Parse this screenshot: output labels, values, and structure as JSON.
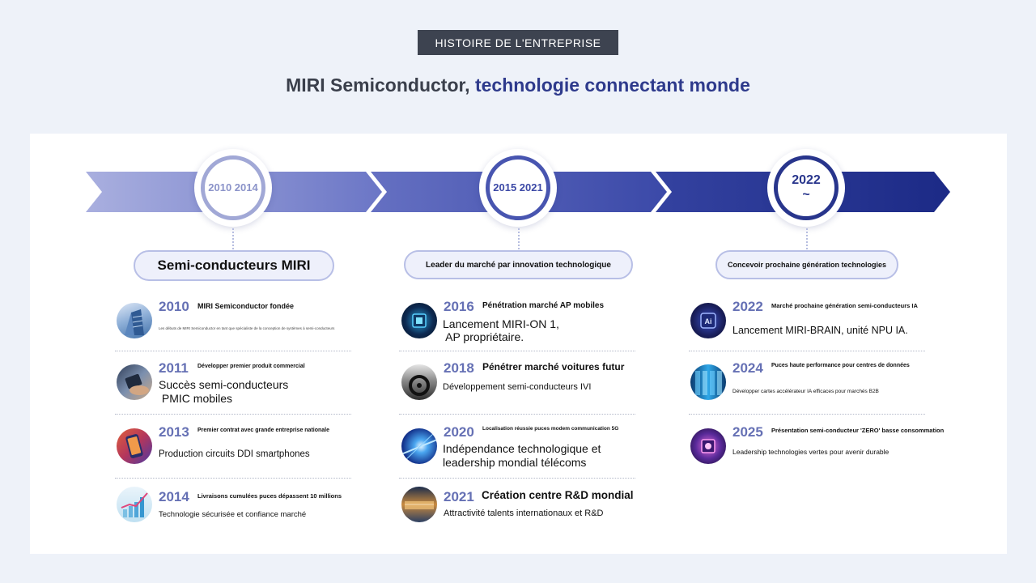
{
  "header": {
    "tag": "HISTOIRE DE L'ENTREPRISE",
    "title_main": "MIRI Semiconductor, ",
    "title_accent": "technologie connectant monde"
  },
  "colors": {
    "background": "#eef2f9",
    "accent_dark": "#2e3a8c",
    "year_color": "#6570b4",
    "arrow_start": "#a5abdc",
    "arrow_end": "#1f2f8a"
  },
  "periods": [
    {
      "circle_label": "2010 2014",
      "pill_label": "Semi-conducteurs MIRI",
      "items": [
        {
          "year": "2010",
          "title": "MIRI Semiconductor fondée",
          "desc": "Les débuts de MIRI Semiconductor en tant que spécialiste de la conception de systèmes à semi-conducteurs",
          "icon": "building-icon"
        },
        {
          "year": "2011",
          "title": "Développer premier produit commercial",
          "desc": "Succès semi-conducteurs\n PMIC mobiles",
          "icon": "chip-hand-icon"
        },
        {
          "year": "2013",
          "title": "Premier contrat avec grande entreprise nationale",
          "desc": "Production circuits DDI smartphones",
          "icon": "smartphone-icon"
        },
        {
          "year": "2014",
          "title": "Livraisons cumulées puces dépassent 10 millions",
          "desc": "Technologie sécurisée et confiance marché",
          "icon": "growth-chart-icon"
        }
      ]
    },
    {
      "circle_label": "2015 2021",
      "pill_label": "Leader du marché par innovation technologique",
      "items": [
        {
          "year": "2016",
          "title": "Pénétration marché AP mobiles",
          "desc": "Lancement MIRI-ON 1,\n AP propriétaire.",
          "icon": "processor-icon"
        },
        {
          "year": "2018",
          "title": "Pénétrer marché voitures futur",
          "desc": "Développement semi-conducteurs IVI",
          "icon": "car-dashboard-icon"
        },
        {
          "year": "2020",
          "title": "Localisation réussie puces modem communication 5G",
          "desc": "Indépendance technologique et\nleadership mondial télécoms",
          "icon": "light-beam-icon"
        },
        {
          "year": "2021",
          "title": "Création centre R&D mondial",
          "desc": "Attractivité talents internationaux et R&D",
          "icon": "research-center-icon"
        }
      ]
    },
    {
      "circle_label": "2022\n~",
      "pill_label": "Concevoir prochaine génération technologies",
      "items": [
        {
          "year": "2022",
          "title": "Marché prochaine génération semi-conducteurs IA",
          "desc": "Lancement MIRI-BRAIN, unité NPU IA.",
          "icon": "ai-chip-icon"
        },
        {
          "year": "2024",
          "title": "Puces haute performance pour centres de données",
          "desc": "Développer cartes accélérateur IA efficaces pour marchés B2B",
          "icon": "datacenter-icon"
        },
        {
          "year": "2025",
          "title": "Présentation semi-conducteur 'ZERO' basse consommation",
          "desc": "Leadership technologies vertes pour avenir durable",
          "icon": "green-chip-icon"
        }
      ]
    }
  ]
}
